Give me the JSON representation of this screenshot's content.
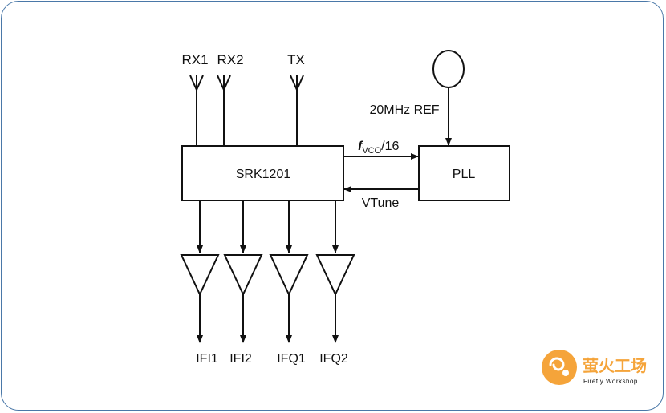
{
  "antennas": {
    "rx1": "RX1",
    "rx2": "RX2",
    "tx": "TX"
  },
  "blocks": {
    "transceiver": "SRK1201",
    "pll": "PLL"
  },
  "signals": {
    "ref": "20MHz REF",
    "fvco_f": "f",
    "fvco_sub": "VCO",
    "fvco_div": "/16",
    "vtune": "VTune"
  },
  "outputs": {
    "ifi1": "IFI1",
    "ifi2": "IFI2",
    "ifq1": "IFQ1",
    "ifq2": "IFQ2"
  },
  "logo": {
    "name_cn": "萤火工场",
    "name_en": "Firefly Workshop",
    "color": "#f5a43a"
  },
  "colors": {
    "frame": "#4a78a8",
    "line": "#111111"
  }
}
